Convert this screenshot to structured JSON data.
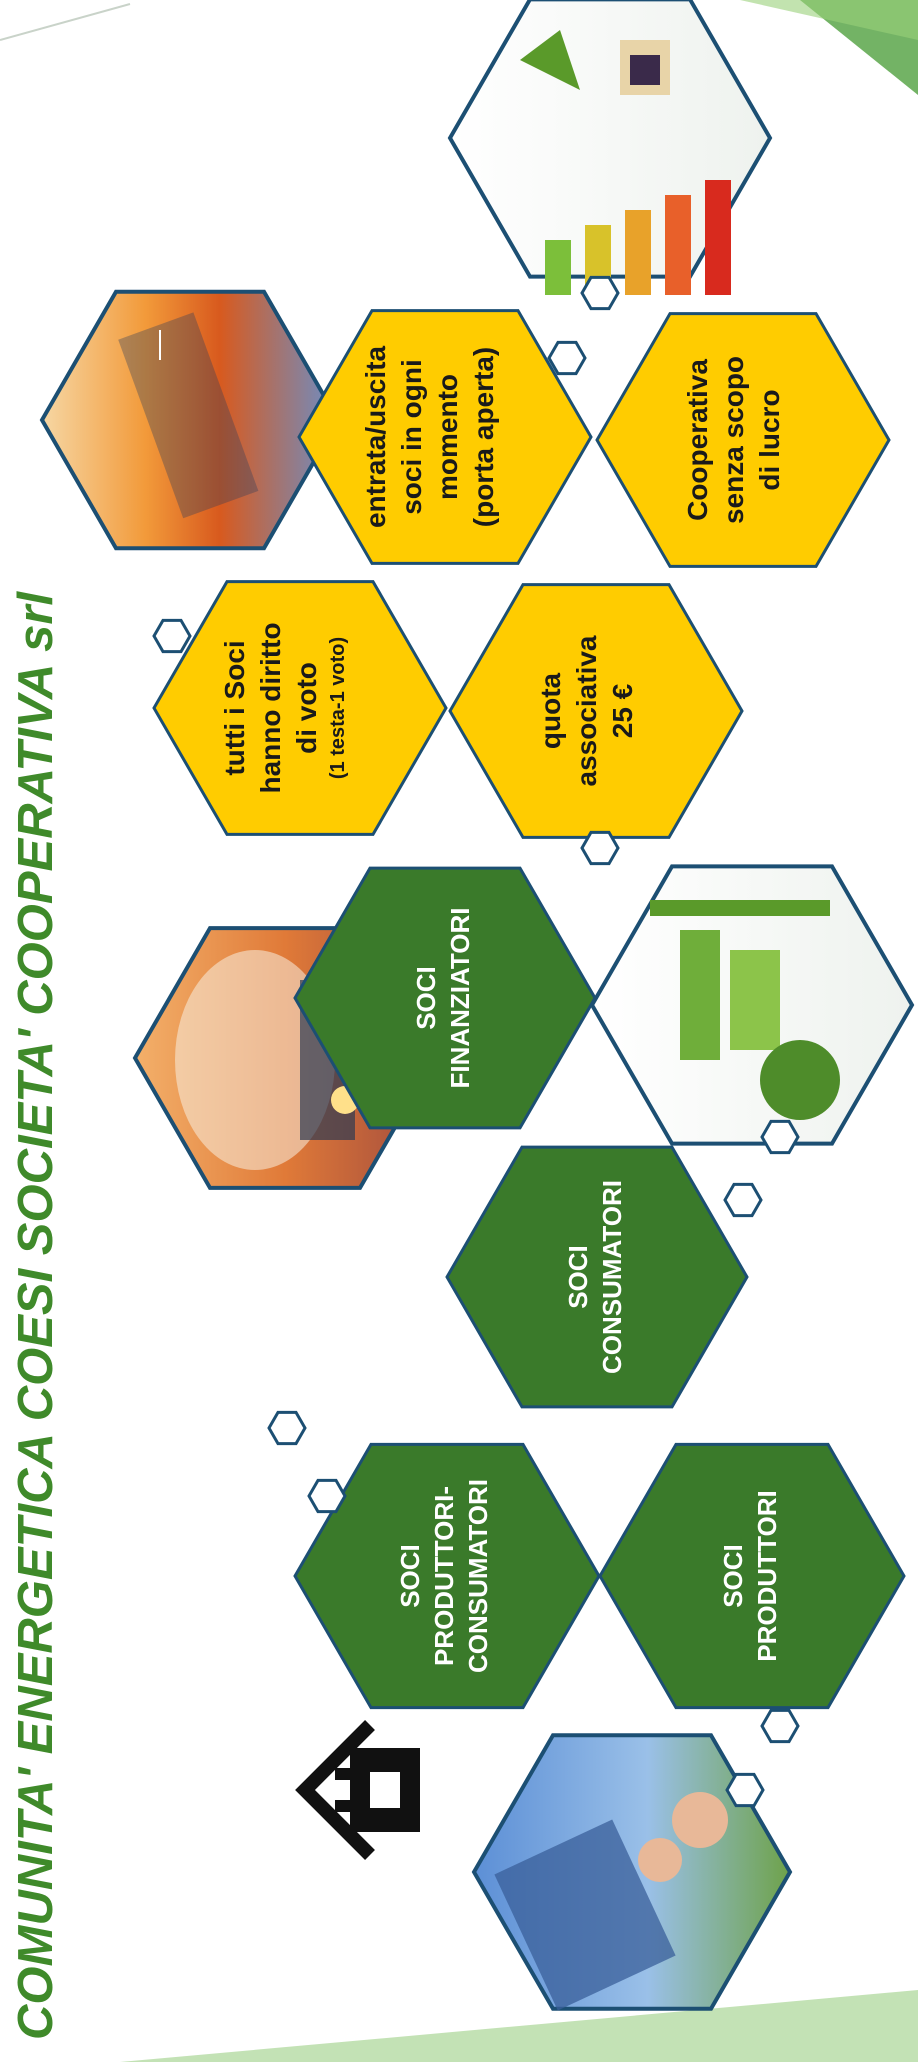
{
  "title": "COMUNITA' ENERGETICA COESI SOCIETA' COOPERATIVA srl",
  "colors": {
    "green": "#3a7a2a",
    "yellow": "#ffcc00",
    "title_green": "#3f8a2a",
    "border": "#1c4f73",
    "text_dark": "#1a1a1a",
    "text_light": "#ffffff"
  },
  "green_hexes": {
    "finanziatori": [
      "SOCI",
      "FINANZIATORI"
    ],
    "consumatori": [
      "SOCI",
      "CONSUMATORI"
    ],
    "produttori_consumatori": [
      "SOCI",
      "PRODUTTORI-",
      "CONSUMATORI"
    ],
    "produttori": [
      "SOCI",
      "PRODUTTORI"
    ]
  },
  "yellow_hexes": {
    "voto": [
      "tutti i Soci",
      "hanno diritto",
      "di voto"
    ],
    "voto_note": "(1 testa-1 voto)",
    "ingresso": [
      "entrata/uscita",
      "soci in ogni",
      "momento",
      "(porta aperta)"
    ],
    "quota": [
      "quota",
      "associativa",
      "25 €"
    ],
    "cooperativa": [
      "Cooperativa",
      "senza scopo",
      "di lucro"
    ]
  },
  "icons": {
    "house_plug": "house-plug-icon",
    "photos": [
      "wind-solar-sunset-photo",
      "energy-class-house-photo",
      "solar-bulb-photo",
      "green-city-photo",
      "solar-field-family-photo"
    ]
  }
}
